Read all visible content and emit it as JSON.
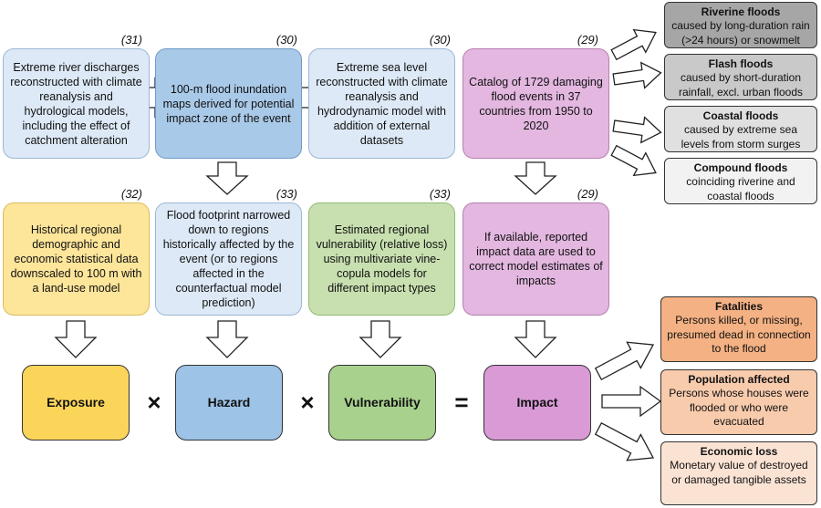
{
  "citations": {
    "c1": "(31)",
    "c2": "(30)",
    "c3": "(30)",
    "c4": "(29)",
    "c5": "(32)",
    "c6": "(33)",
    "c7": "(33)",
    "c8": "(29)"
  },
  "top_row": {
    "discharges": "Extreme river discharges reconstructed with climate reanalysis and hydrological models, including the effect of catchment alteration",
    "inundation": "100-m flood inundation maps derived for potential impact zone of the event",
    "sea_level": "Extreme sea level reconstructed with climate reanalysis and hydrodynamic model with addition of external datasets",
    "catalog": "Catalog of 1729 damaging flood events in 37 countries from 1950 to 2020"
  },
  "middle_row": {
    "demographic": "Historical regional demographic and economic statistical data downscaled to 100 m with a land-use model",
    "footprint": "Flood footprint narrowed down to regions historically affected by the event (or to regions affected in the counterfactual model prediction)",
    "vulnerability": "Estimated regional vulnerability (relative loss) using multivariate vine-copula models for different impact types",
    "reported": "If available, reported impact data are used to correct model estimates of impacts"
  },
  "equation": {
    "exposure": "Exposure",
    "times1": "×",
    "hazard": "Hazard",
    "times2": "×",
    "vulnerability": "Vulnerability",
    "equals": "=",
    "impact": "Impact"
  },
  "flood_types": [
    {
      "title": "Riverine floods",
      "desc": "caused by long-duration rain (>24 hours) or snowmelt"
    },
    {
      "title": "Flash floods",
      "desc": "caused by short-duration rainfall, excl. urban floods"
    },
    {
      "title": "Coastal floods",
      "desc": "caused by extreme sea levels from storm surges"
    },
    {
      "title": "Compound floods",
      "desc": "coinciding riverine and coastal floods"
    }
  ],
  "impact_types": [
    {
      "title": "Fatalities",
      "desc": "Persons killed, or missing, presumed dead in connection to the flood"
    },
    {
      "title": "Population affected",
      "desc": "Persons whose houses were flooded or who were evacuated"
    },
    {
      "title": "Economic loss",
      "desc": "Monetary value of destroyed or damaged tangible assets"
    }
  ],
  "colors": {
    "light_blue": "#dde9f6",
    "blue": "#a9c9e8",
    "pink": "#e3b7e0",
    "yellow": "#fde59a",
    "green": "#c8e0b0",
    "exposure": "#fbd55a",
    "hazard": "#9dc3e6",
    "vulnerability": "#a9d18e",
    "impact": "#d99ad6",
    "flood_grey": [
      "#a6a6a6",
      "#c9c9c9",
      "#e0e0e0",
      "#f2f2f2"
    ],
    "impact_orange": [
      "#f4b183",
      "#f8cbad",
      "#fbe3d4"
    ]
  }
}
